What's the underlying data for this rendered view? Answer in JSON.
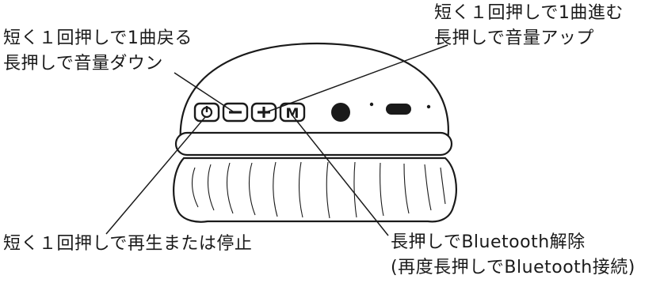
{
  "labels": {
    "prev_line1": "短く１回押しで1曲戻る",
    "prev_line2": "長押しで音量ダウン",
    "next_line1": "短く１回押しで1曲進む",
    "next_line2": "長押しで音量アップ",
    "play_line1": "短く１回押しで再生または停止",
    "bt_line1": "長押しでBluetooth解除",
    "bt_line2": "(再度長押しでBluetooth接続)"
  },
  "buttons": {
    "power": "⏻",
    "minus": "−",
    "plus": "+",
    "mode": "M"
  },
  "colors": {
    "ink": "#1a1a1a",
    "background": "#ffffff"
  }
}
